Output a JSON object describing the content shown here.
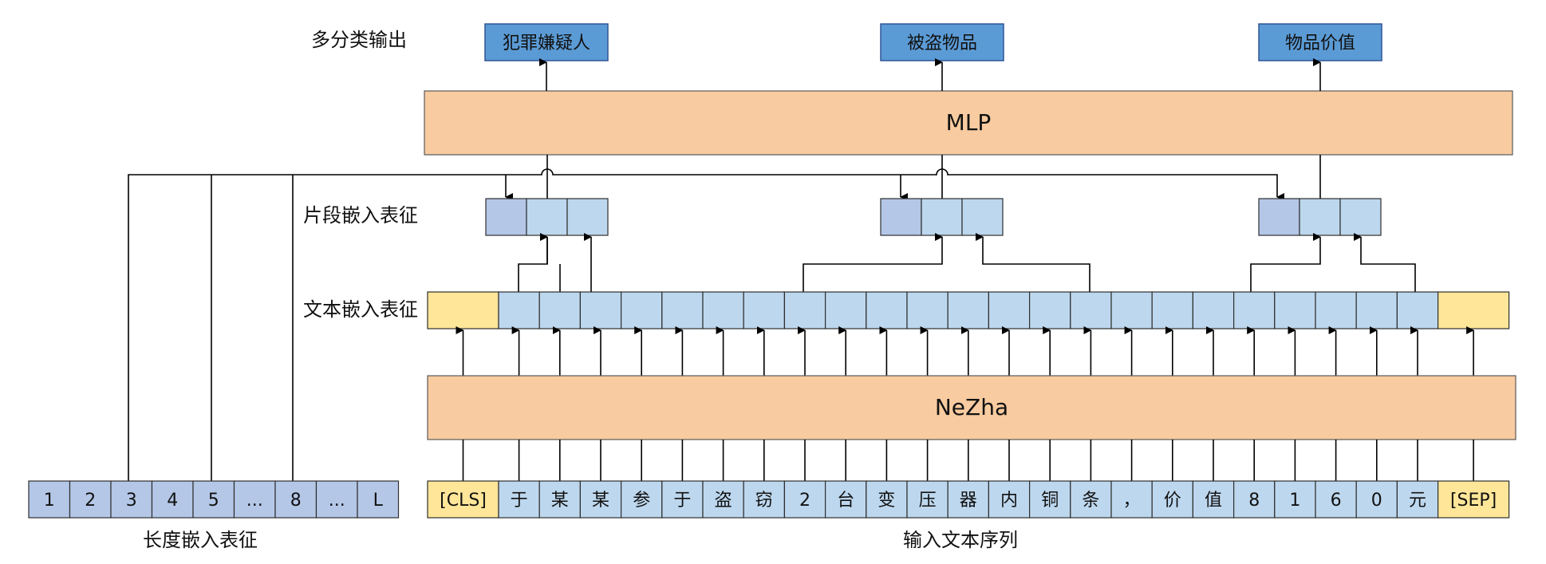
{
  "labels": {
    "multi_output": "多分类输出",
    "segment_embedding": "片段嵌入表征",
    "text_embedding": "文本嵌入表征",
    "length_embedding": "长度嵌入表征",
    "input_sequence": "输入文本序列"
  },
  "outputs": [
    "犯罪嫌疑人",
    "被盗物品",
    "物品价值"
  ],
  "blocks": {
    "mlp": "MLP",
    "encoder": "NeZha"
  },
  "length_tokens": [
    "1",
    "2",
    "3",
    "4",
    "5",
    "...",
    "8",
    "...",
    "L"
  ],
  "input_tokens": [
    "[CLS]",
    "于",
    "某",
    "某",
    "参",
    "于",
    "盗",
    "窃",
    "2",
    "台",
    "变",
    "压",
    "器",
    "内",
    "铜",
    "条",
    "，",
    "价",
    "值",
    "8",
    "1",
    "6",
    "0",
    "元",
    "[SEP]"
  ],
  "colors": {
    "output_box": "#5b9bd5",
    "block_fill": "#f8cba0",
    "token_fill": "#bdd7ee",
    "special_fill": "#ffe699",
    "segment_dark": "#b4c7e7",
    "length_fill": "#b4c7e7",
    "line": "#000000"
  }
}
